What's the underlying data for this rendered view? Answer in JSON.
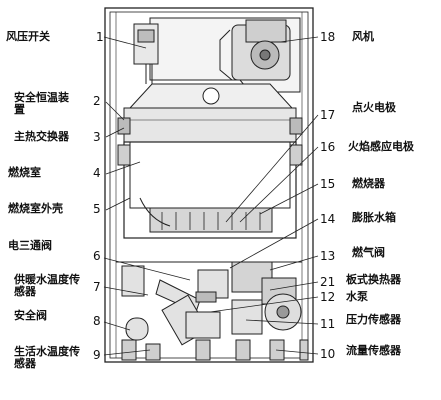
{
  "labels_left": [
    {
      "number": "1",
      "text": "风压开关"
    },
    {
      "number": "2",
      "text": "安全恒温装置"
    },
    {
      "number": "3",
      "text": "主热交换器"
    },
    {
      "number": "4",
      "text": "燃烧室"
    },
    {
      "number": "5",
      "text": "燃烧室外壳"
    },
    {
      "number": "",
      "text": "电三通阀"
    },
    {
      "number": "6",
      "text": ""
    },
    {
      "number": "7",
      "text": "供暖水温度传感器"
    },
    {
      "number": "8",
      "text": "安全阀"
    },
    {
      "number": "9",
      "text": "生活水温度传感器"
    }
  ],
  "labels_right": [
    {
      "number": "18",
      "text": "风机"
    },
    {
      "number": "17",
      "text": "点火电极"
    },
    {
      "number": "16",
      "text": "火焰感应电极"
    },
    {
      "number": "15",
      "text": "燃烧器"
    },
    {
      "number": "14",
      "text": "膨胀水箱"
    },
    {
      "number": "13",
      "text": "燃气阀"
    },
    {
      "number": "21",
      "text": "板式换热器"
    },
    {
      "number": "12",
      "text": "水泵"
    },
    {
      "number": "11",
      "text": "压力传感器"
    },
    {
      "number": "10",
      "text": "流量传感器"
    }
  ]
}
